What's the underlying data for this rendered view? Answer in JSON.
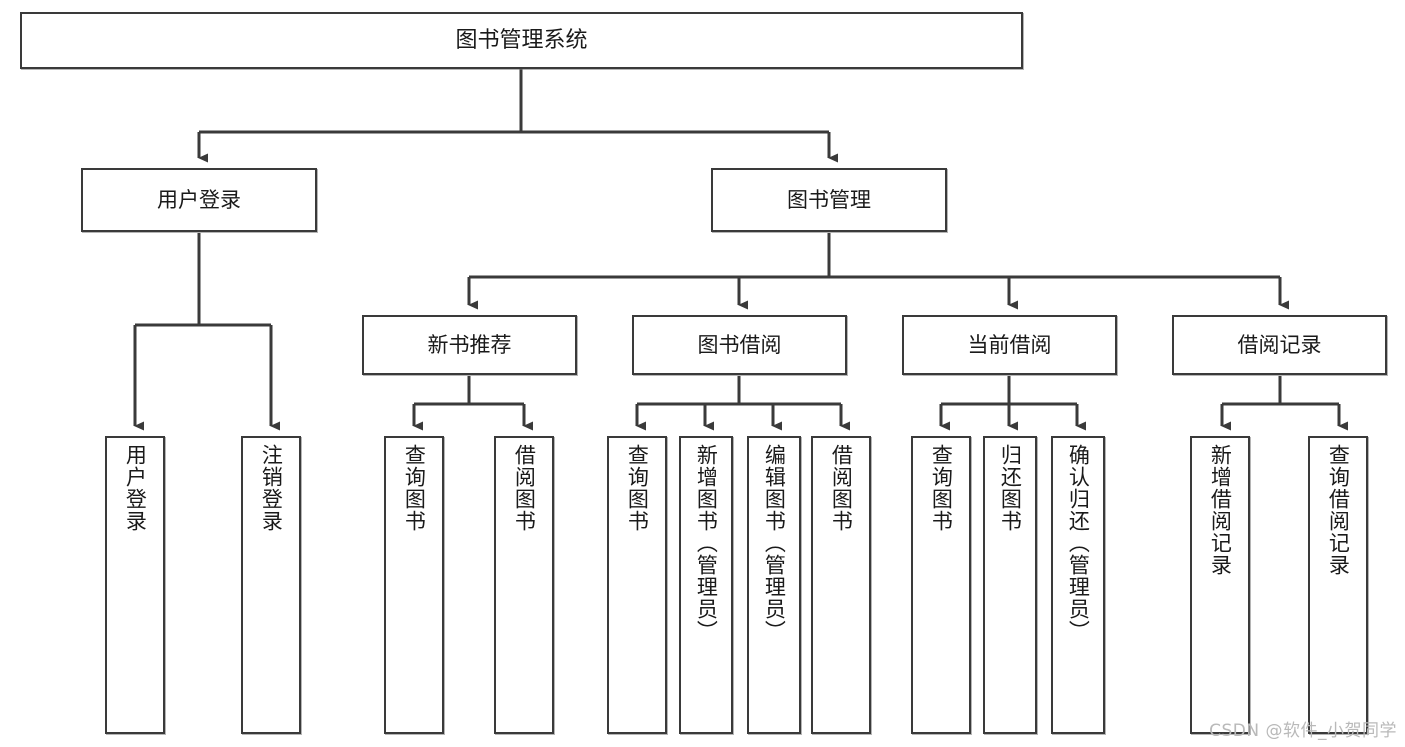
{
  "diagram": {
    "type": "tree",
    "title": "图书管理系统",
    "watermark": "CSDN @软件_小贺同学",
    "colors": {
      "node_border": "#3a3a3a",
      "node_fill": "#ffffff",
      "connector": "#3a3a3a",
      "text": "#1a1a1a",
      "watermark": "#b9b9b9"
    },
    "levels": {
      "root": {
        "label": "图书管理系统"
      },
      "level2": [
        {
          "label": "用户登录"
        },
        {
          "label": "图书管理"
        }
      ],
      "level3": [
        {
          "label": "新书推荐"
        },
        {
          "label": "图书借阅"
        },
        {
          "label": "当前借阅"
        },
        {
          "label": "借阅记录"
        }
      ],
      "leaves": [
        {
          "label": "用户登录",
          "parent": "用户登录"
        },
        {
          "label": "注销登录",
          "parent": "用户登录"
        },
        {
          "label": "查询图书",
          "parent": "新书推荐"
        },
        {
          "label": "借阅图书",
          "parent": "新书推荐"
        },
        {
          "label": "查询图书",
          "parent": "图书借阅"
        },
        {
          "label": "新增图书（管理员）",
          "parent": "图书借阅"
        },
        {
          "label": "编辑图书（管理员）",
          "parent": "图书借阅"
        },
        {
          "label": "借阅图书",
          "parent": "图书借阅"
        },
        {
          "label": "查询图书",
          "parent": "当前借阅"
        },
        {
          "label": "归还图书",
          "parent": "当前借阅"
        },
        {
          "label": "确认归还（管理员）",
          "parent": "当前借阅"
        },
        {
          "label": "新增借阅记录",
          "parent": "借阅记录"
        },
        {
          "label": "查询借阅记录",
          "parent": "借阅记录"
        }
      ]
    }
  }
}
